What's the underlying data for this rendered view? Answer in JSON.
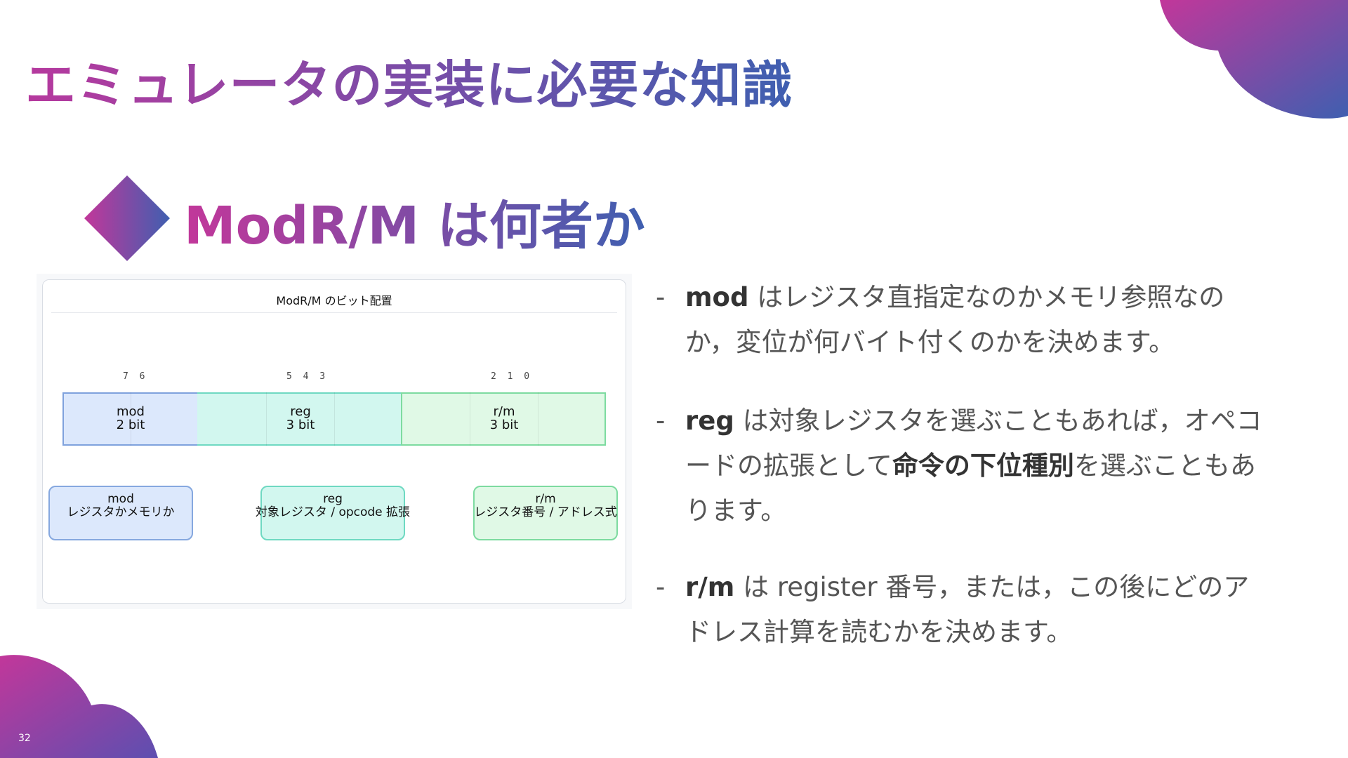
{
  "slide": {
    "title": "エミュレータの実装に必要な知識",
    "subtitle": "ModR/M は何者か",
    "page_number": "32"
  },
  "diagram": {
    "title": "ModR/M のビット配置",
    "fields": [
      {
        "name": "mod",
        "bits_label": "7 6",
        "label_name": "mod",
        "label_bits": "2 bit",
        "fill": "#dce8fc",
        "border": "#7fa2dd"
      },
      {
        "name": "reg",
        "bits_label": "5 4 3",
        "label_name": "reg",
        "label_bits": "3 bit",
        "fill": "#d2f7ef",
        "border": "#6fd9c2"
      },
      {
        "name": "rm",
        "bits_label": "2 1 0",
        "label_name": "r/m",
        "label_bits": "3 bit",
        "fill": "#e0f9e6",
        "border": "#7ddba0"
      }
    ],
    "descriptions": [
      {
        "name": "mod",
        "line1": "mod",
        "line2": "レジスタかメモリか"
      },
      {
        "name": "reg",
        "line1": "reg",
        "line2": "対象レジスタ / opcode 拡張"
      },
      {
        "name": "rm",
        "line1": "r/m",
        "line2": "レジスタ番号 / アドレス式"
      }
    ]
  },
  "bullets": [
    {
      "dash": "-",
      "term": "mod",
      "text": " はレジスタ直指定なのかメモリ参照なのか，変位が何バイト付くのかを決めます。"
    },
    {
      "dash": "-",
      "term": "reg",
      "text_before": " は対象レジスタを選ぶこともあれば，オペコードの拡張として",
      "emphasis": "命令の下位種別",
      "text_after": "を選ぶこともあります。"
    },
    {
      "dash": "-",
      "term": "r/m",
      "text": " は register 番号，または，この後にどのアドレス計算を読むかを決めます。"
    }
  ],
  "colors": {
    "gradient_start": "#c2379a",
    "gradient_end": "#3f5fb0"
  }
}
